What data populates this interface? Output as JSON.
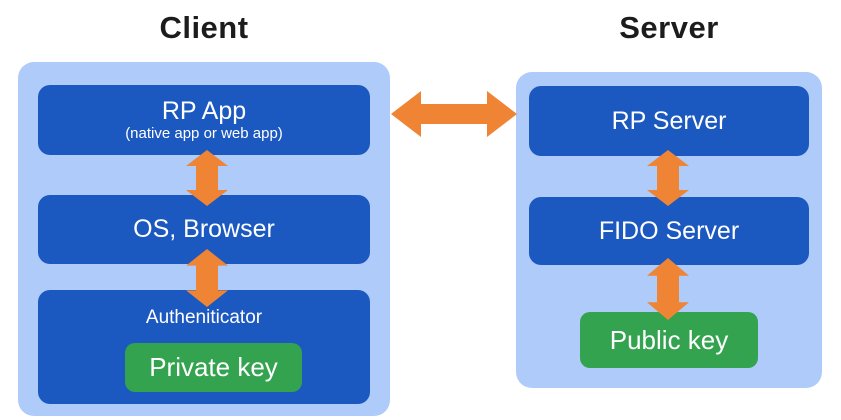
{
  "palette": {
    "page_bg": "#ffffff",
    "container_fill": "#aecbfa",
    "box_fill": "#1b58c0",
    "key_fill": "#33a34f",
    "arrow_fill": "#ee8434",
    "title_text": "#1c1c1c",
    "box_text": "#ffffff"
  },
  "client": {
    "title": "Client",
    "rp_app": {
      "label": "RP App",
      "sublabel": "(native app or web app)"
    },
    "os_browser": {
      "label": "OS, Browser"
    },
    "authenticator": {
      "label": "Autheniticator",
      "private_key": {
        "label": "Private key"
      }
    }
  },
  "server": {
    "title": "Server",
    "rp_server": {
      "label": "RP Server"
    },
    "fido_server": {
      "label": "FIDO Server"
    },
    "public_key": {
      "label": "Public key"
    }
  },
  "arrows": {
    "client_server": "bidirectional-horizontal",
    "rp_app_os_browser": "bidirectional-vertical",
    "os_browser_authenticator": "bidirectional-vertical",
    "rp_server_fido_server": "bidirectional-vertical",
    "fido_server_public_key": "bidirectional-vertical"
  }
}
